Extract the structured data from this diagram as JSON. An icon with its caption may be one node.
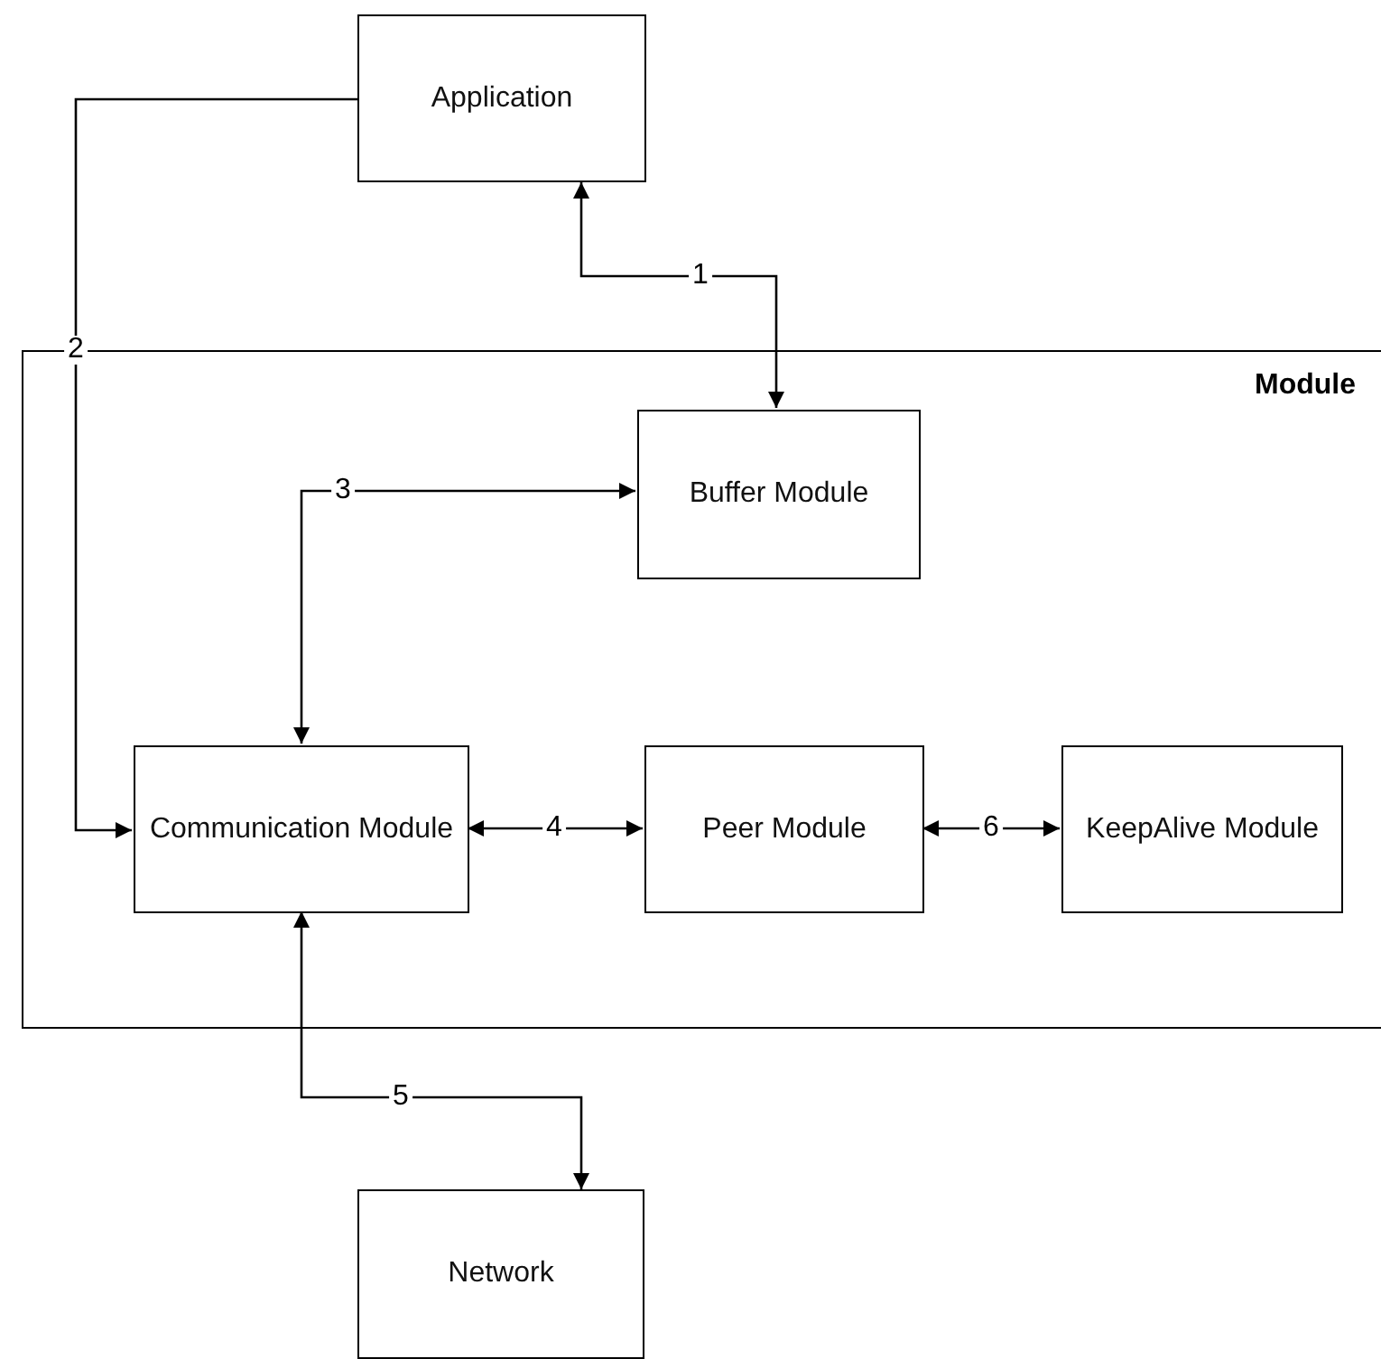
{
  "diagram": {
    "nodes": [
      {
        "text": [
          "Application"
        ]
      },
      {
        "text": [
          "Module"
        ]
      },
      {
        "text": [
          "Buffer Module"
        ],
        "in": 1
      },
      {
        "text": [
          "Communication Module"
        ],
        "in": 1
      },
      {
        "text": [
          "Peer Module"
        ],
        "in": 1
      },
      {
        "text": [
          "KeepAlive Module"
        ],
        "in": 1
      },
      {
        "text": [
          "Network"
        ]
      }
    ],
    "edges": [
      {
        "from": 0,
        "to": 2,
        "arrow": "both",
        "label": "1"
      },
      {
        "from": 0,
        "to": 3,
        "arrow": "to",
        "label": "2"
      },
      {
        "from": 3,
        "to": 2,
        "arrow": "both",
        "label": "3"
      },
      {
        "from": 3,
        "to": 4,
        "arrow": "both",
        "label": "4"
      },
      {
        "from": 3,
        "to": 6,
        "arrow": "both",
        "label": "5"
      },
      {
        "from": 4,
        "to": 5,
        "arrow": "both",
        "label": "6"
      }
    ]
  }
}
